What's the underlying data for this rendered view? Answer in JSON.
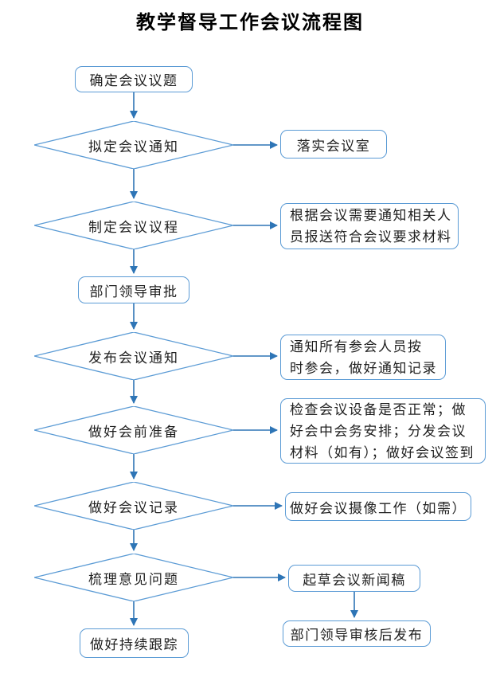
{
  "title": "教学督导工作会议流程图",
  "colors": {
    "shape_border": "#5B9BD5",
    "arrow": "#2E75B6",
    "text": "#1f1f1f"
  },
  "nodes": {
    "confirm_topic": {
      "shape": "rounded-rect",
      "label": "确定会议议题"
    },
    "draft_notice": {
      "shape": "diamond",
      "label": "拟定会议通知"
    },
    "arrange_room": {
      "shape": "rounded-rect",
      "label": "落实会议室"
    },
    "set_agenda": {
      "shape": "diamond",
      "label": "制定会议议程"
    },
    "request_materials": {
      "shape": "rounded-rect",
      "label": "根据会议需要通知相关人\n员报送符合会议要求材料"
    },
    "leader_approval": {
      "shape": "rounded-rect",
      "label": "部门领导审批"
    },
    "publish_notice": {
      "shape": "diamond",
      "label": "发布会议通知"
    },
    "notify_attendees": {
      "shape": "rounded-rect",
      "label": "通知所有参会人员按\n时参会，做好通知记录"
    },
    "pre_meeting_prep": {
      "shape": "diamond",
      "label": "做好会前准备"
    },
    "prep_details": {
      "shape": "rounded-rect",
      "label": "检查会议设备是否正常；做\n好会中会务安排；分发会议\n材料（如有）；做好会议签到"
    },
    "meeting_minutes": {
      "shape": "diamond",
      "label": "做好会议记录"
    },
    "video_recording": {
      "shape": "rounded-rect",
      "label": "做好会议摄像工作（如需）"
    },
    "sort_issues": {
      "shape": "diamond",
      "label": "梳理意见问题"
    },
    "draft_news": {
      "shape": "rounded-rect",
      "label": "起草会议新闻稿"
    },
    "review_publish": {
      "shape": "rounded-rect",
      "label": "部门领导审核后发布"
    },
    "follow_up": {
      "shape": "rounded-rect",
      "label": "做好持续跟踪"
    }
  },
  "edges": [
    {
      "from": "confirm_topic",
      "to": "draft_notice"
    },
    {
      "from": "draft_notice",
      "to": "arrange_room"
    },
    {
      "from": "draft_notice",
      "to": "set_agenda"
    },
    {
      "from": "set_agenda",
      "to": "request_materials"
    },
    {
      "from": "set_agenda",
      "to": "leader_approval"
    },
    {
      "from": "leader_approval",
      "to": "publish_notice"
    },
    {
      "from": "publish_notice",
      "to": "notify_attendees"
    },
    {
      "from": "publish_notice",
      "to": "pre_meeting_prep"
    },
    {
      "from": "pre_meeting_prep",
      "to": "prep_details"
    },
    {
      "from": "pre_meeting_prep",
      "to": "meeting_minutes"
    },
    {
      "from": "meeting_minutes",
      "to": "video_recording"
    },
    {
      "from": "meeting_minutes",
      "to": "sort_issues"
    },
    {
      "from": "sort_issues",
      "to": "draft_news"
    },
    {
      "from": "sort_issues",
      "to": "follow_up"
    },
    {
      "from": "draft_news",
      "to": "review_publish"
    }
  ]
}
